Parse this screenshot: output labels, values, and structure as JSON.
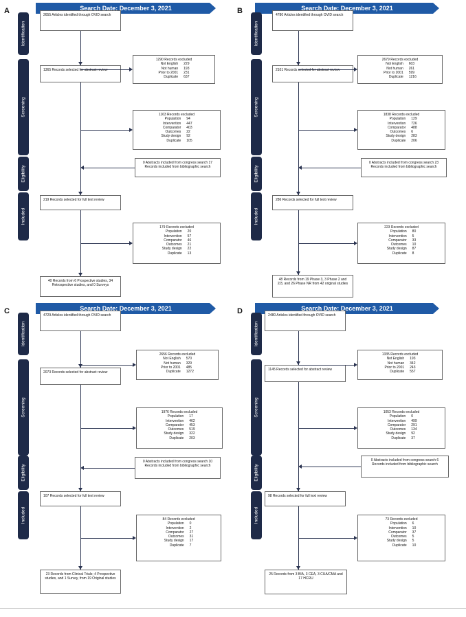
{
  "stages": [
    "Identification",
    "Screening",
    "Eligibility",
    "Included"
  ],
  "panels": [
    {
      "label": "A",
      "banner": "Search Date: December 3, 2021",
      "identified": "2655 Articles identified through OVID search",
      "excl1": {
        "title": "1290 Records excluded",
        "rows": [
          [
            "Not English",
            "229"
          ],
          [
            "Not human",
            "193"
          ],
          [
            "Prior to 2001",
            "231"
          ],
          [
            "Duplicate",
            "637"
          ]
        ]
      },
      "abstract": "1365  Records selected for abstract review",
      "excl2": {
        "title": "1163 Records excluded",
        "rows": [
          [
            "Population",
            "94"
          ],
          [
            "Intervention",
            "447"
          ],
          [
            "Comparator",
            "403"
          ],
          [
            "Outcomes",
            "22"
          ],
          [
            "Study design",
            "92"
          ],
          [
            "Duplicate",
            "105"
          ]
        ]
      },
      "added": "0 Abstracts included from congress search 17 Records included from bibliographic search",
      "fulltext": "219 Records selected for full text review",
      "excl3": {
        "title": "179 Records excluded",
        "rows": [
          [
            "Population",
            "20"
          ],
          [
            "Intervention",
            "57"
          ],
          [
            "Comparator",
            "46"
          ],
          [
            "Outcomes",
            "21"
          ],
          [
            "Study design",
            "22"
          ],
          [
            "Duplicate",
            "13"
          ]
        ]
      },
      "included": "40 Records from 6 Prospective studies, 34 Retrospective studies, and 0 Surveys"
    },
    {
      "label": "B",
      "banner": "Search Date: December 3, 2021",
      "identified": "4780 Articles identified through OVID search",
      "excl1": {
        "title": "2679 Records excluded",
        "rows": [
          [
            "Not English",
            "603"
          ],
          [
            "Not human",
            "261"
          ],
          [
            "Prior to 2001",
            "599"
          ],
          [
            "Duplicate",
            "1216"
          ]
        ]
      },
      "abstract": "2101  Records selected for abstract review",
      "excl2": {
        "title": "1838 Records excluded",
        "rows": [
          [
            "Population",
            "129"
          ],
          [
            "Intervention",
            "726"
          ],
          [
            "Comparator",
            "488"
          ],
          [
            "Outcomes",
            "6"
          ],
          [
            "Study design",
            "283"
          ],
          [
            "Duplicate",
            "206"
          ]
        ]
      },
      "added": "0 Abstracts included from congress search 23 Records included from bibliographic search",
      "fulltext": "286 Records selected for full text review",
      "excl3": {
        "title": "223 Records excluded",
        "rows": [
          [
            "Population",
            "80"
          ],
          [
            "Intervention",
            "5"
          ],
          [
            "Comparator",
            "33"
          ],
          [
            "Outcomes",
            "10"
          ],
          [
            "Study design",
            "87"
          ],
          [
            "Duplicate",
            "8"
          ]
        ]
      },
      "included": "48 Records from 19 Phase 3, 3 Phase 2 and 2/3, and 26 Phase NR from 42 original studies"
    },
    {
      "label": "C",
      "banner": "Search Date: December 3, 2021",
      "identified": "4729 Articles identified through OVID search",
      "excl1": {
        "title": "2656 Records excluded",
        "rows": [
          [
            "Not English",
            "570"
          ],
          [
            "Not human",
            "329"
          ],
          [
            "Prior to 2001",
            "485"
          ],
          [
            "Duplicate",
            "1272"
          ]
        ]
      },
      "abstract": "2073  Records selected for abstract review",
      "excl2": {
        "title": "1976 Records excluded",
        "rows": [
          [
            "Population",
            "17"
          ],
          [
            "Intervention",
            "462"
          ],
          [
            "Comparator",
            "453"
          ],
          [
            "Outcomes",
            "519"
          ],
          [
            "Study design",
            "322"
          ],
          [
            "Duplicate",
            "203"
          ]
        ]
      },
      "added": "0 Abstracts included from congress search 10 Records included from bibliographic search",
      "fulltext": "107 Records selected for full text review",
      "excl3": {
        "title": "84 Records excluded",
        "rows": [
          [
            "Population",
            "0"
          ],
          [
            "Intervention",
            "2"
          ],
          [
            "Comparator",
            "27"
          ],
          [
            "Outcomes",
            "31"
          ],
          [
            "Study design",
            "17"
          ],
          [
            "Duplicate",
            "7"
          ]
        ]
      },
      "included": "23 Records from Clinical Trials; 4 Prospective studies, and 1 Survey, from 19 Original studies"
    },
    {
      "label": "D",
      "banner": "Search Date: December 3, 2021",
      "identified": "2480 Articles identified through OVID search",
      "excl1": {
        "title": "1335 Records excluded",
        "rows": [
          [
            "Not English",
            "193"
          ],
          [
            "Not human",
            "342"
          ],
          [
            "Prior to 2001",
            "243"
          ],
          [
            "Duplicate",
            "557"
          ]
        ]
      },
      "abstract": "1145  Records selected for abstract review",
      "excl2": {
        "title": "1053 Records excluded",
        "rows": [
          [
            "Population",
            "0"
          ],
          [
            "Intervention",
            "499"
          ],
          [
            "Comparator",
            "291"
          ],
          [
            "Outcomes",
            "134"
          ],
          [
            "Study design",
            "92"
          ],
          [
            "Duplicate",
            "37"
          ]
        ]
      },
      "added": "0 Abstracts included from congress search 6 Records included from bibliographic search",
      "fulltext": "98 Records selected for full text review",
      "excl3": {
        "title": "73 Records excluded",
        "rows": [
          [
            "Population",
            "6"
          ],
          [
            "Intervention",
            "10"
          ],
          [
            "Comparator",
            "37"
          ],
          [
            "Outcomes",
            "5"
          ],
          [
            "Study design",
            "5"
          ],
          [
            "Duplicate",
            "10"
          ]
        ]
      },
      "included": "25 Records from 3 BIA, 3 CEA, 3 CUA/CMA and 17 HCRU"
    }
  ]
}
